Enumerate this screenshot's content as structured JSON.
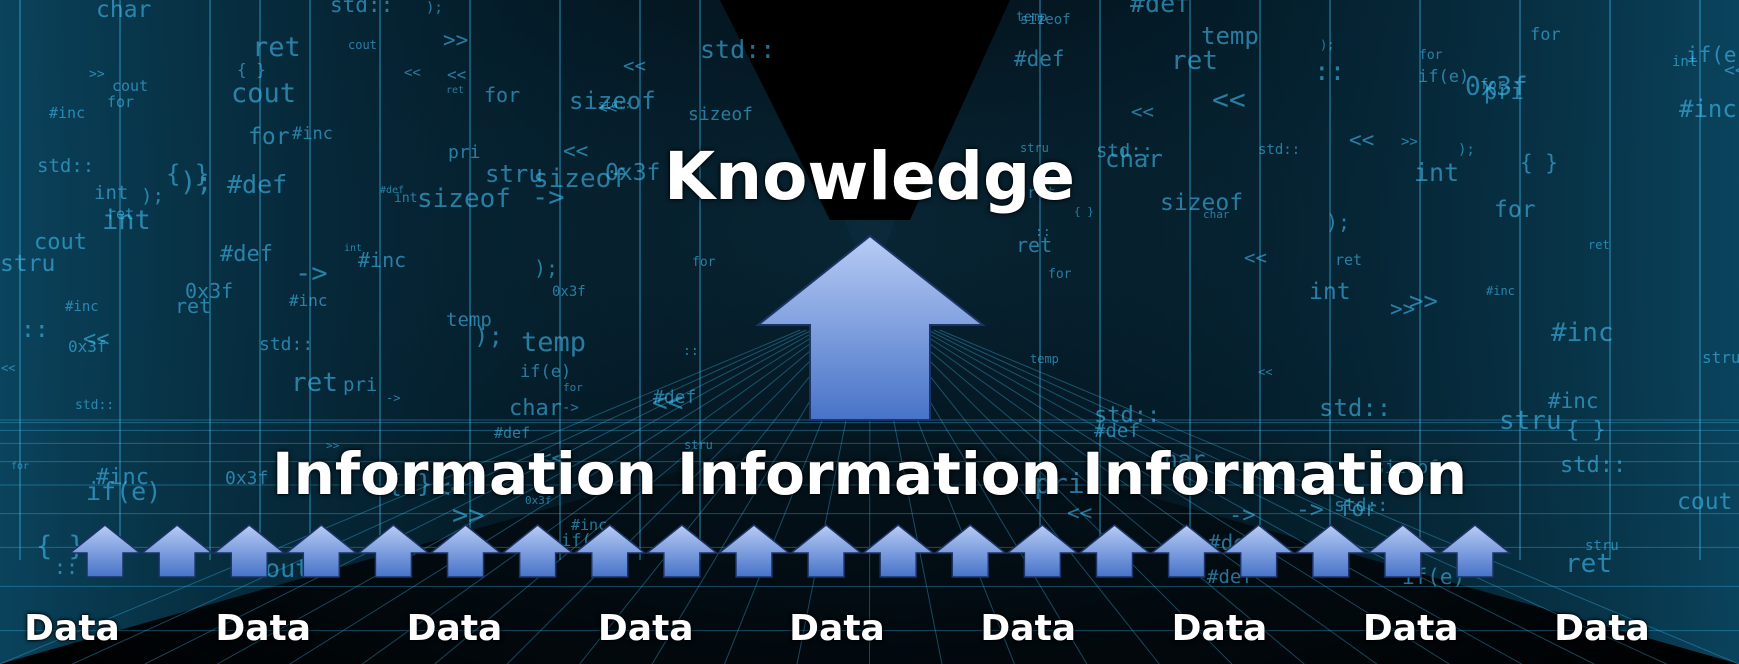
{
  "top_label": "Knowledge",
  "middle_label": "Information Information Information",
  "data_labels": [
    "Data",
    "Data",
    "Data",
    "Data",
    "Data",
    "Data",
    "Data",
    "Data",
    "Data"
  ],
  "small_arrow_count": 20,
  "colors": {
    "arrow_top": "#aec4f2",
    "arrow_bottom": "#4a77cc",
    "arrow_stroke": "#1c3366",
    "code_glow": "#46c8ff",
    "text": "#ffffff"
  }
}
